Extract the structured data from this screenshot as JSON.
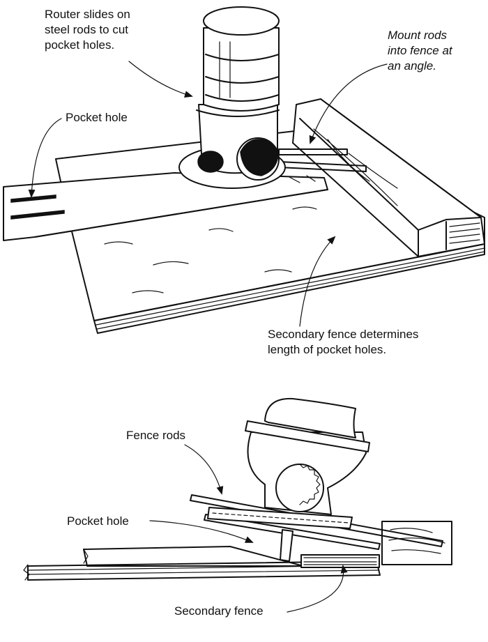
{
  "top_illustration": {
    "labels": {
      "router": "Router slides on\nsteel rods to cut\npocket holes.",
      "mount_rods": "Mount rods\ninto fence at\nan angle.",
      "pocket_hole": "Pocket hole",
      "secondary_fence": "Secondary fence determines\nlength of pocket holes."
    }
  },
  "bottom_illustration": {
    "labels": {
      "fence_rods": "Fence rods",
      "pocket_hole": "Pocket hole",
      "secondary_fence": "Secondary fence"
    }
  }
}
